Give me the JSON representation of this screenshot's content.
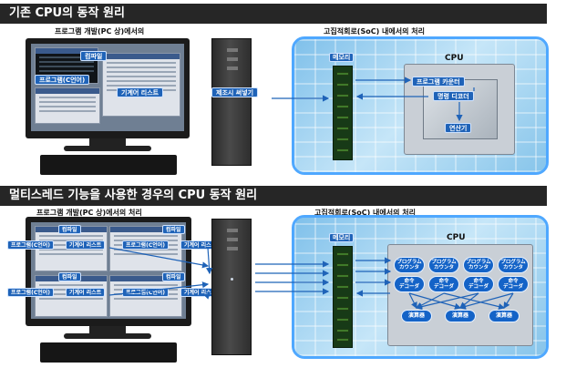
{
  "top": {
    "banner": "기존 CPU의 동작 원리",
    "pc_title": "프로그램 개발(PC 상)에서의",
    "soc_title": "고집적회로(SoC) 내에서의 처리",
    "compiler": "컴파일",
    "program_lang": "프로그램(C언어)",
    "machine_code": "기계어 리스트",
    "manufacture_write": "제조시 써넣기",
    "memory": "메모리",
    "cpu": "CPU",
    "program_counter": "프로그램 카운터",
    "instruction_decoder": "명령 디코더",
    "alu": "연산기"
  },
  "bottom": {
    "banner": "멀티스레드 기능을 사용한 경우의 CPU 동작 원리",
    "pc_title": "프로그램 개발(PC 상)에서의 처리",
    "soc_title": "고집적회로(SoC) 내에서의 처리",
    "memory": "메모리",
    "cpu": "CPU",
    "compiler": "컴파일",
    "program_lang": "프로그램(C언어)",
    "machine_code": "기계어 리스트",
    "counters": [
      "プログラム\nカウンタ",
      "プログラム\nカウンタ",
      "プログラム\nカウンタ",
      "プログラム\nカウンタ"
    ],
    "decoders": [
      "命令\nデコーダ",
      "命令\nデコーダ",
      "命令\nデコーダ",
      "命令\nデコーダ"
    ],
    "alus": [
      "演算器",
      "演算器",
      "演算器"
    ]
  },
  "colors": {
    "banner": "#262626",
    "label_blue": "#1f63b8",
    "chip_border": "#4fa8ff",
    "arrow": "#1f63b8"
  }
}
